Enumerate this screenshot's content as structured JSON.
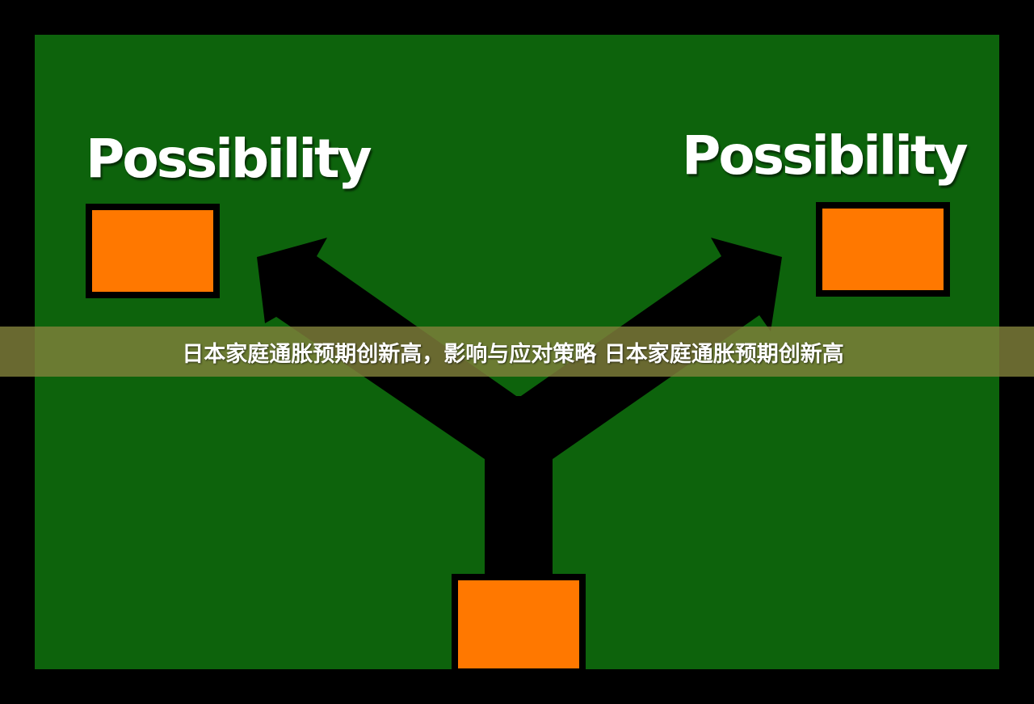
{
  "diagram": {
    "colors": {
      "frame": "#000000",
      "background": "#0d630c",
      "box": "#ff7800",
      "arrow": "#000000",
      "text": "#ffffff"
    },
    "left_label": "Possibility",
    "right_label": "Possibility"
  },
  "banner": {
    "title": "日本家庭通胀预期创新高，影响与应对策略 日本家庭通胀预期创新高"
  }
}
